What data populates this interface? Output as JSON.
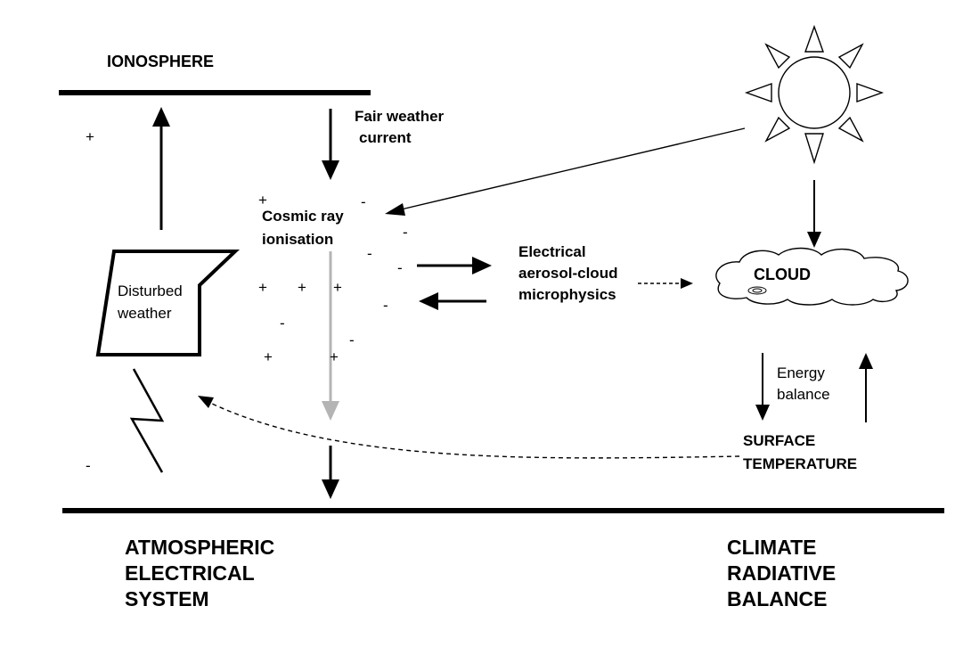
{
  "labels": {
    "ionosphere": "IONOSPHERE",
    "fair_weather_line1": "Fair weather",
    "fair_weather_line2": "current",
    "cosmic_ray_line1": "Cosmic ray",
    "cosmic_ray_line2": "ionisation",
    "electrical_line1": "Electrical",
    "electrical_line2": "aerosol-cloud",
    "electrical_line3": "microphysics",
    "cloud": "CLOUD",
    "disturbed_line1": "Disturbed",
    "disturbed_line2": "weather",
    "energy_line1": "Energy",
    "energy_line2": "balance",
    "surface_line1": "SURFACE",
    "surface_line2": "TEMPERATURE",
    "atmos_line1": "ATMOSPHERIC",
    "atmos_line2": "ELECTRICAL",
    "atmos_line3": "SYSTEM",
    "climate_line1": "CLIMATE",
    "climate_line2": "RADIATIVE",
    "climate_line3": "BALANCE"
  },
  "charges": {
    "plus": "+",
    "minus": "-"
  },
  "colors": {
    "ink": "#000000",
    "cosmic_ray_arrow": "#b4b4b4"
  }
}
